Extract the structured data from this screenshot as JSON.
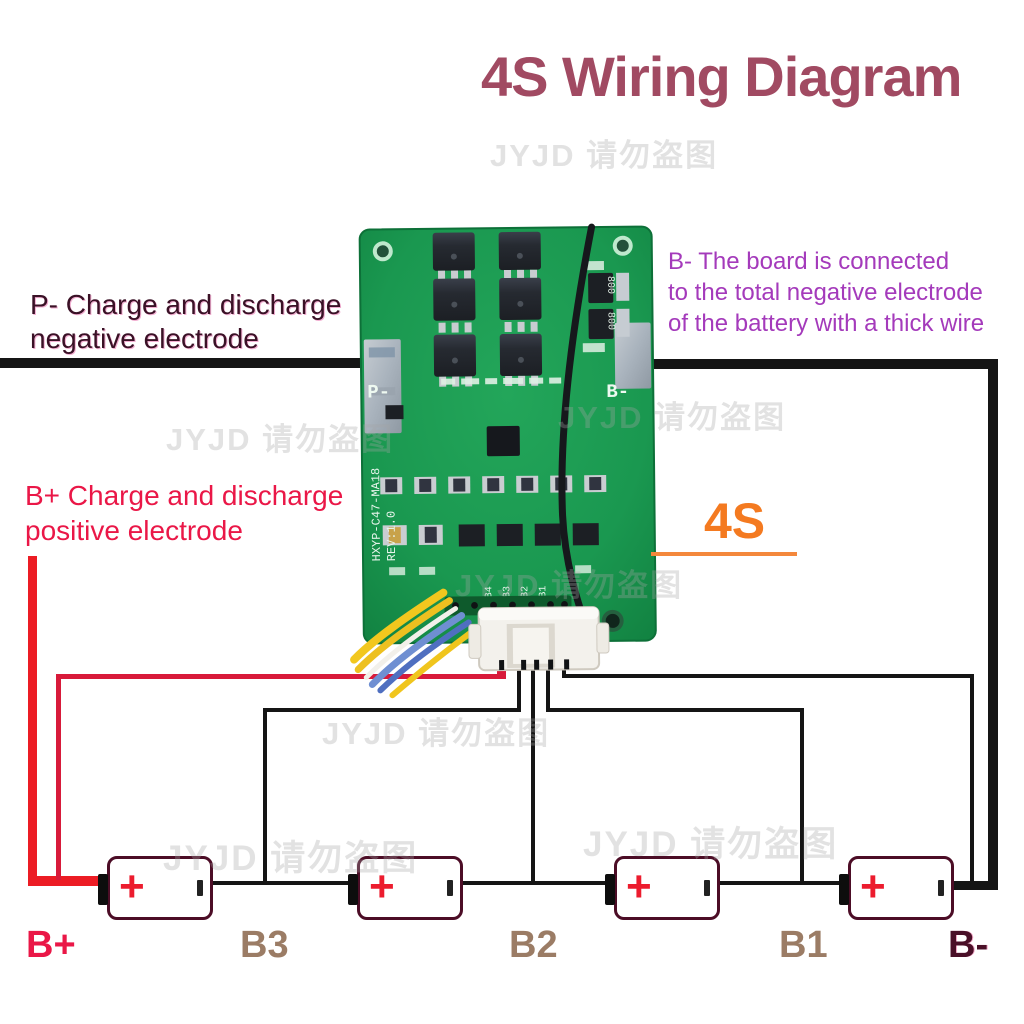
{
  "title": "4S Wiring Diagram",
  "watermark_text": "JYJD 请勿盗图",
  "labels": {
    "p_minus": [
      "P- Charge and discharge",
      "negative electrode"
    ],
    "b_plus": [
      "B+ Charge and discharge",
      "positive electrode"
    ],
    "b_minus": [
      "B- The board is connected",
      "to the total negative electrode",
      "of the battery with a thick wire"
    ],
    "cell_count": "4S"
  },
  "board": {
    "pad_left": "P-",
    "pad_right": "B-",
    "model": "HXYP-C47-MA18",
    "revision": "REV:1.0",
    "chip_marking": "800",
    "pin_labels": [
      "B4",
      "B3",
      "B2",
      "B1"
    ]
  },
  "battery_plus": "+",
  "terminals": [
    "B+",
    "B3",
    "B2",
    "B1",
    "B-"
  ],
  "colors": {
    "title": "#a14a62",
    "b_minus_note": "#a43abb",
    "b_plus_text": "#ea1747",
    "accent_orange": "#f47a20",
    "wire_red": "#ec1c24",
    "wire_black": "#151515",
    "cell_label_brown": "#9b7c65",
    "pcb_green": "#1a9850"
  }
}
